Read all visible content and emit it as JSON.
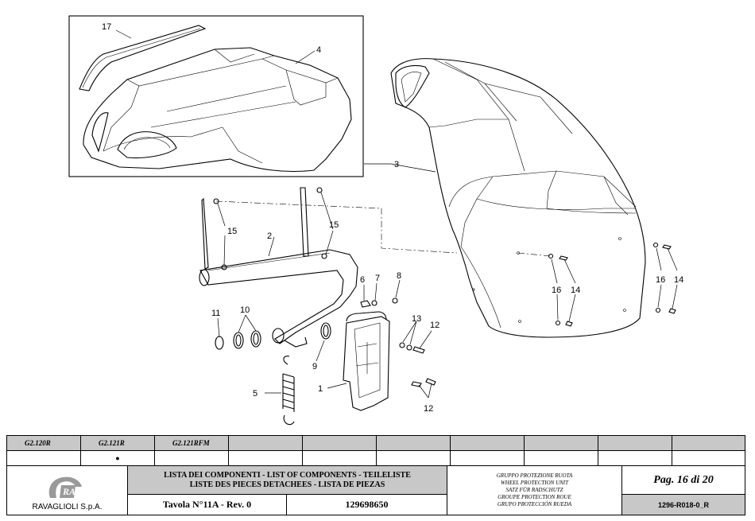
{
  "callouts": {
    "c1": "1",
    "c2": "2",
    "c3": "3",
    "c4": "4",
    "c5": "5",
    "c6": "6",
    "c7": "7",
    "c8": "8",
    "c9": "9",
    "c10": "10",
    "c11": "11",
    "c12a": "12",
    "c12b": "12",
    "c13": "13",
    "c14a": "14",
    "c14b": "14",
    "c15a": "15",
    "c15b": "15",
    "c16a": "16",
    "c16b": "16",
    "c17": "17"
  },
  "models": [
    "G2.120R",
    "G2.121R",
    "G2.121RFM"
  ],
  "model_marks": [
    "",
    "●",
    ""
  ],
  "logo": {
    "text": "RAV",
    "company": "RAVAGLIOLI S.p.A."
  },
  "list_title": {
    "line1": "LISTA DEI COMPONENTI - LIST OF COMPONENTS - TEILELISTE",
    "line2": "LISTE DES PIECES DETACHEES - LISTA DE PIEZAS"
  },
  "group_names": [
    "GRUPPO PROTEZIONE RUOTA",
    "WHEEL PROTECTION UNIT",
    "SATZ FÜR RADSCHUTZ",
    "GROUPE PROTECTION ROUE",
    "GRUPO PROTECCIÓN RUEDA"
  ],
  "tavola": "Tavola N°11A - Rev. 0",
  "part_number": "129698650",
  "page": "Pag. 16 di 20",
  "doc_code": "1296-R018-0_R",
  "colors": {
    "header_gray": "#c8c8c8",
    "logo_gray": "#9a9a9a"
  }
}
